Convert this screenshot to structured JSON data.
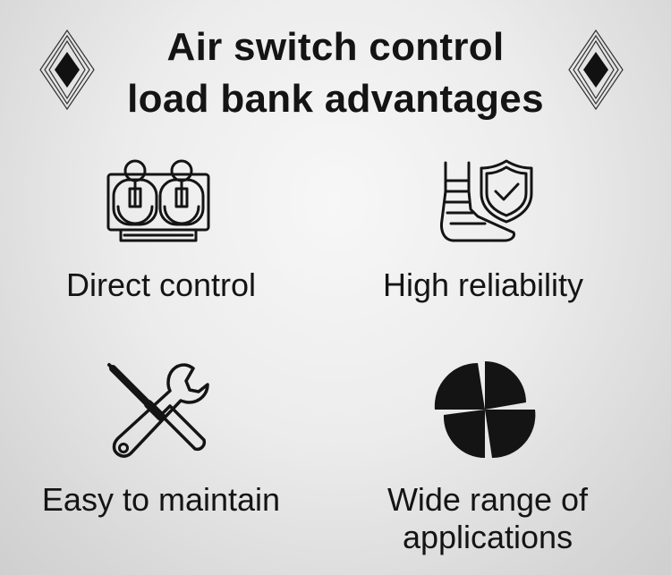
{
  "title": {
    "line1": "Air switch control",
    "line2": "load bank advantages"
  },
  "features": [
    {
      "icon": "switch-panel-icon",
      "label": "Direct control"
    },
    {
      "icon": "shield-check-icon",
      "label": "High reliability"
    },
    {
      "icon": "wrench-screwdriver-icon",
      "label": "Easy to maintain"
    },
    {
      "icon": "pinwheel-icon",
      "label_line1": "Wide range of",
      "label_line2": "applications"
    }
  ],
  "colors": {
    "ink": "#141414",
    "background": "#ececec"
  }
}
